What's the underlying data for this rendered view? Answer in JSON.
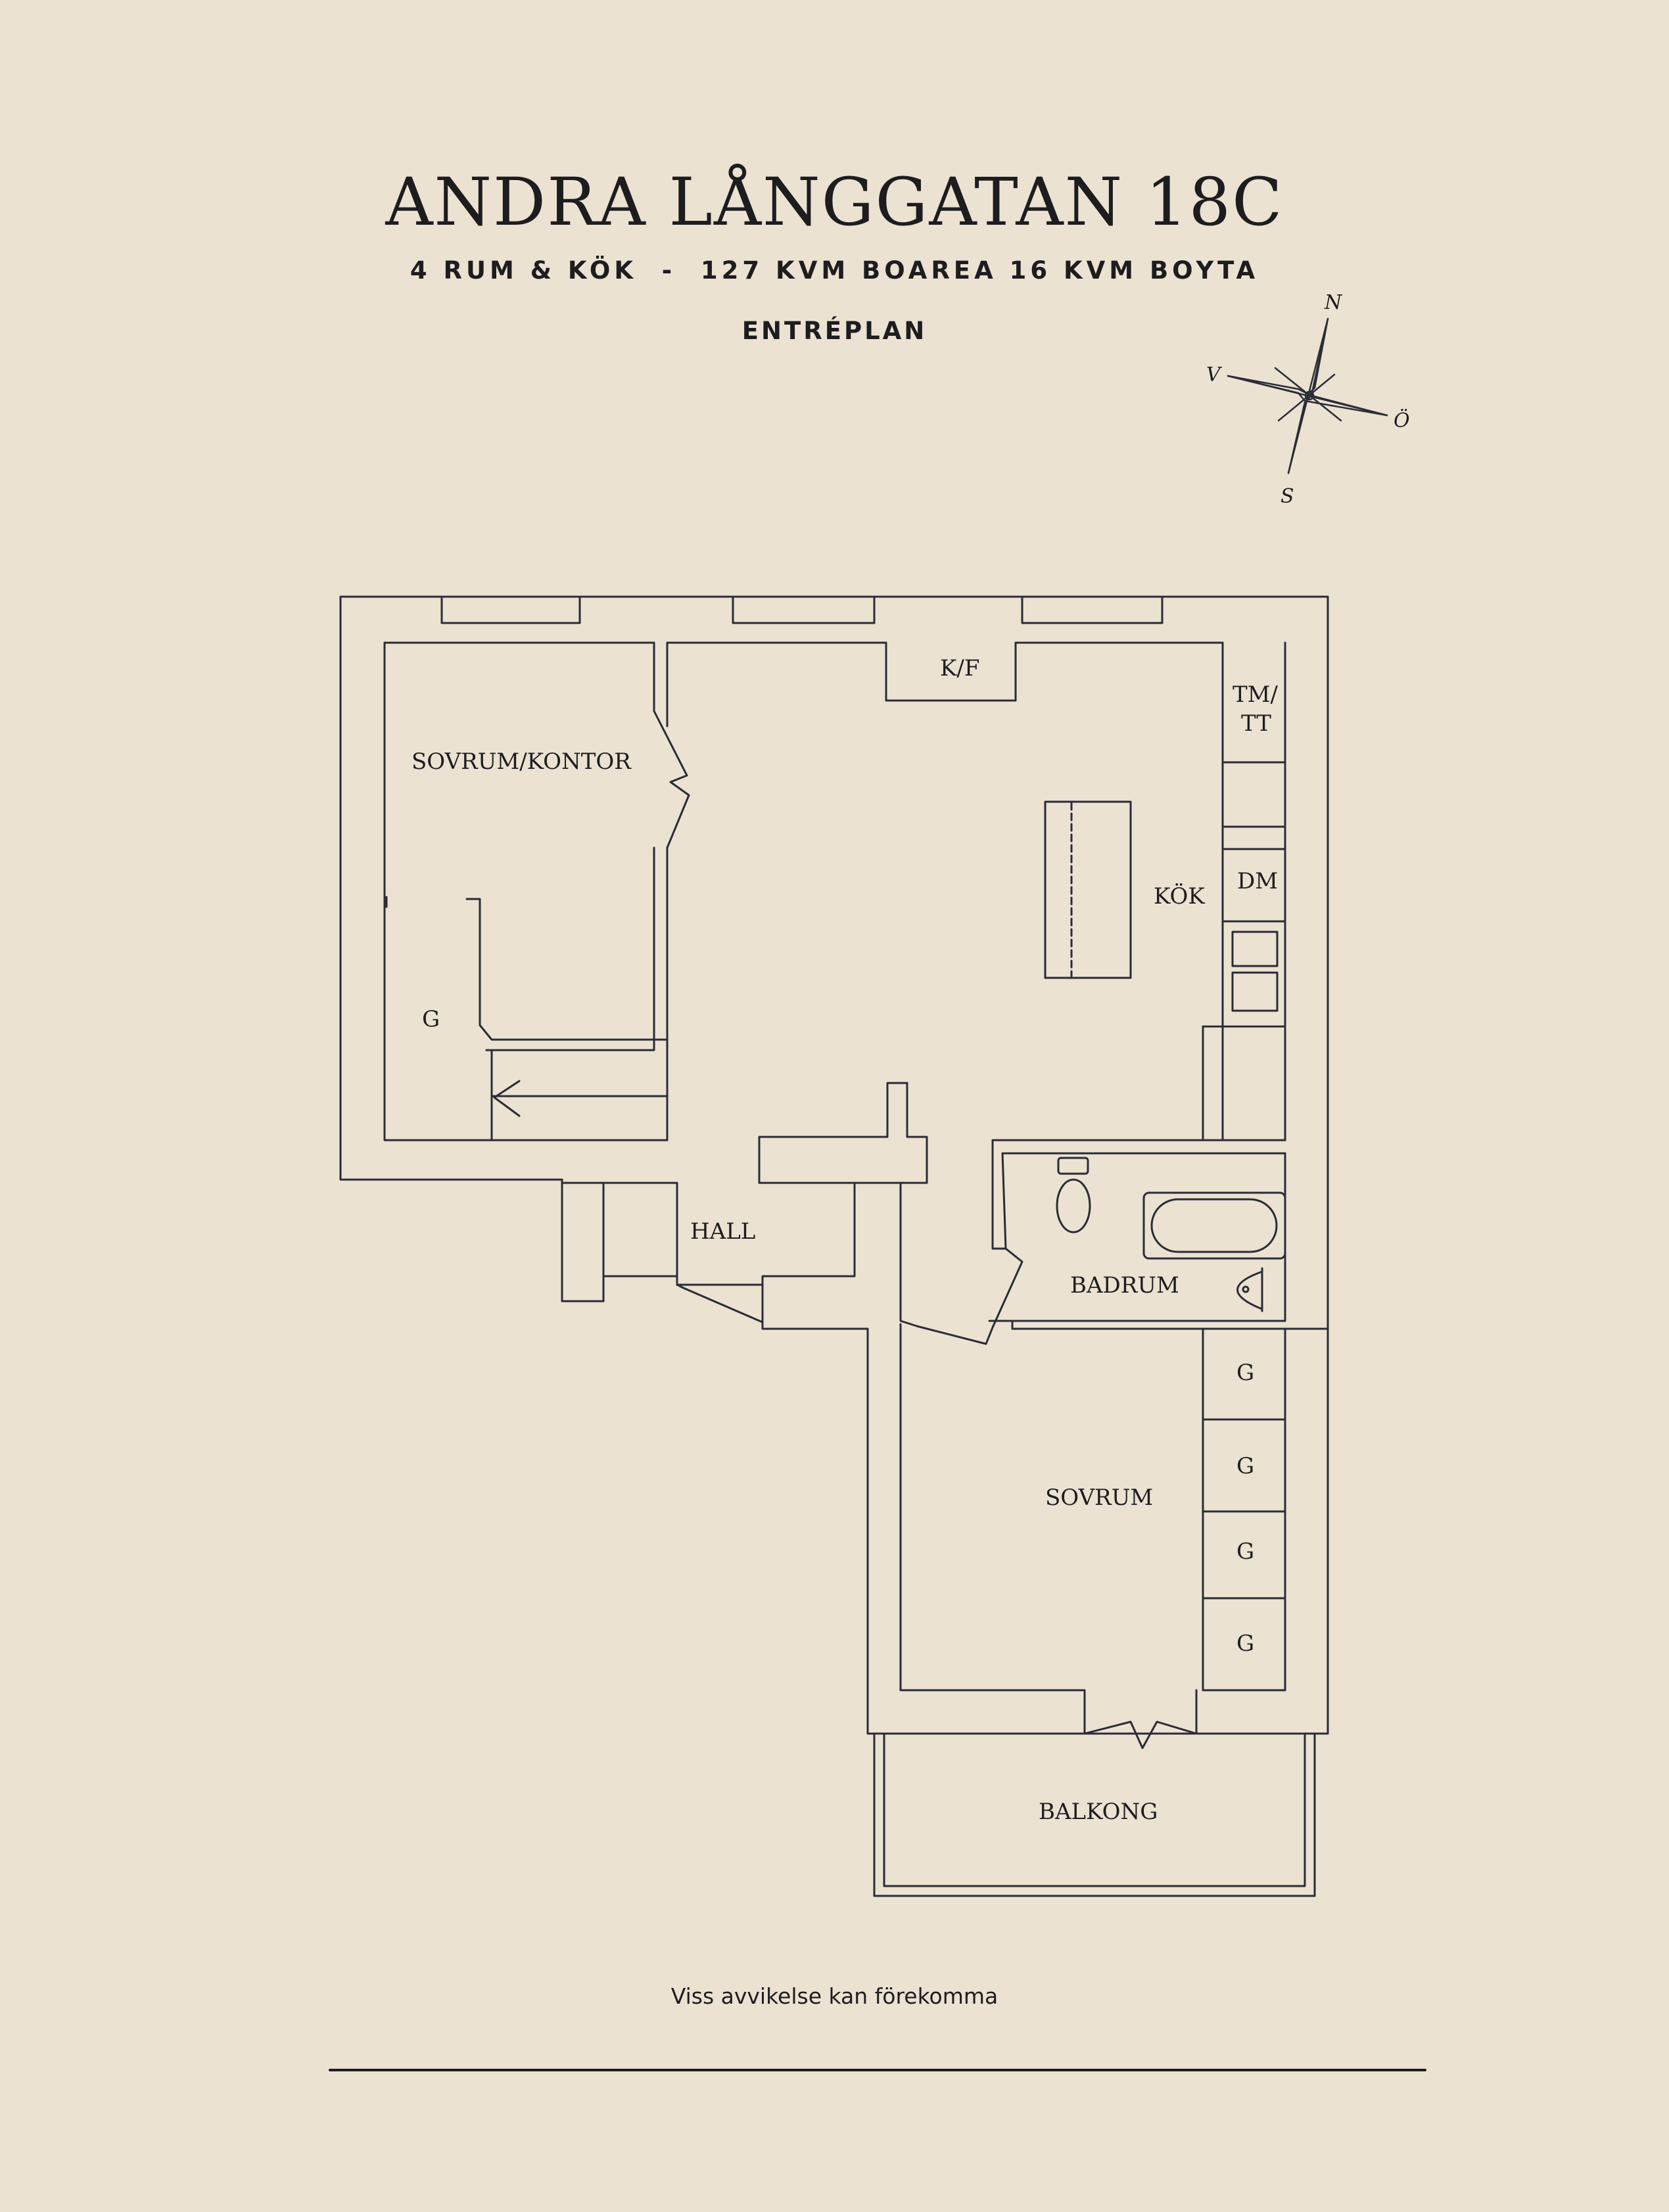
{
  "header": {
    "title": "ANDRA LÅNGGATAN 18C",
    "subtitle": "4 RUM & KÖK  -  127 KVM BOAREA 16 KVM BOYTA",
    "level": "ENTRÉPLAN"
  },
  "compass": {
    "n": "N",
    "s": "S",
    "e": "Ö",
    "w": "V"
  },
  "rooms": {
    "sovrum_kontor": "SOVRUM/KONTOR",
    "kok": "KÖK",
    "hall": "HALL",
    "badrum": "BADRUM",
    "sovrum": "SOVRUM",
    "balkong": "BALKONG"
  },
  "fixtures": {
    "kf": "K/F",
    "tm": "TM/",
    "tt": "TT",
    "dm": "DM",
    "wardrobe": "G"
  },
  "footer": {
    "disclaimer": "Viss avvikelse kan förekomma"
  }
}
